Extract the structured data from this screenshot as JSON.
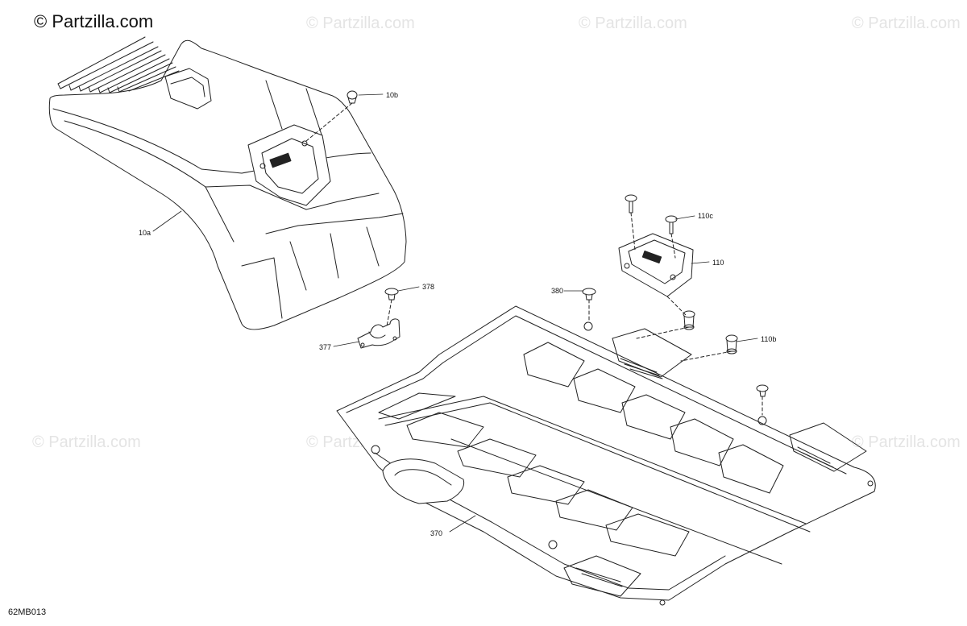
{
  "header": {
    "brand": "© Partzilla.com"
  },
  "watermark": "© Partzilla.com",
  "diagram_code": "62MB013",
  "callouts": {
    "c10a": "10a",
    "c10b": "10b",
    "c110": "110",
    "c110b": "110b",
    "c110c": "110c",
    "c370": "370",
    "c377": "377",
    "c378": "378",
    "c380": "380"
  },
  "colors": {
    "line": "#222222",
    "watermark": "#e4e4e4",
    "panel": "#ffffff"
  }
}
